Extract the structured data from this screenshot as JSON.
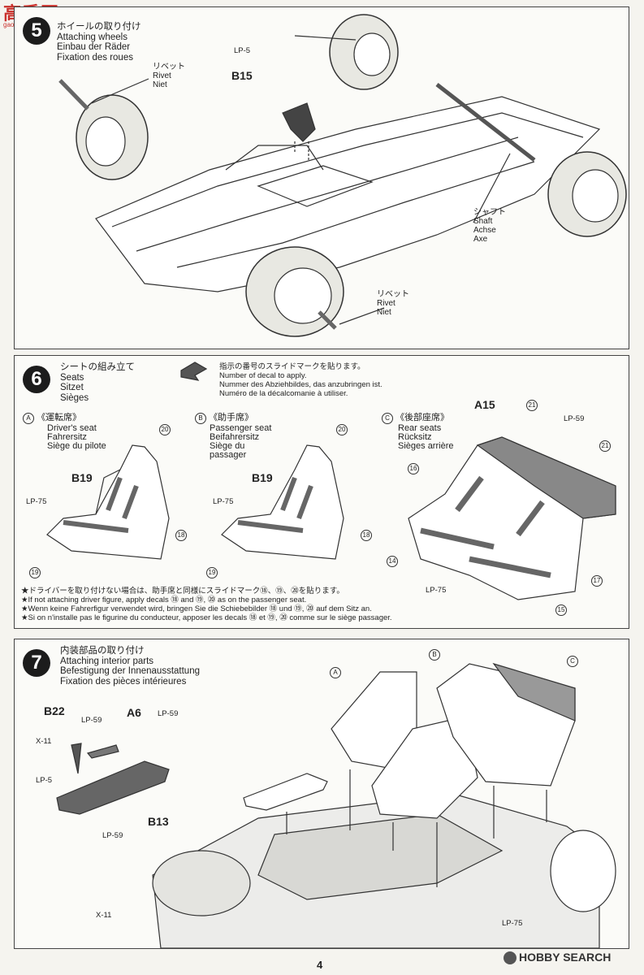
{
  "watermark": {
    "cn": "高手网",
    "url": "gao-shou.com"
  },
  "step5": {
    "number": "5",
    "title": [
      "ホイールの取り付け",
      "Attaching wheels",
      "Einbau der Räder",
      "Fixation des roues"
    ],
    "rivet_top": [
      "リベット",
      "Rivet",
      "Niet"
    ],
    "rivet_bottom": [
      "リベット",
      "Rivet",
      "Niet"
    ],
    "shaft": [
      "シャフト",
      "Shaft",
      "Achse",
      "Axe"
    ],
    "part_lp": "LP-5",
    "part_b": "B15"
  },
  "step6": {
    "number": "6",
    "title": [
      "シートの組み立て",
      "Seats",
      "Sitzet",
      "Sièges"
    ],
    "decal_note": [
      "指示の番号のスライドマークを貼ります。",
      "Number of decal to apply.",
      "Nummer des Abziehbildes, das anzubringen ist.",
      "Numéro de la décalcomanie à utiliser."
    ],
    "seatA": {
      "letter": "A",
      "lines": [
        "《運転席》",
        "Driver's seat",
        "Fahrersitz",
        "Siège du pilote"
      ],
      "part": "B19",
      "lp": "LP-75",
      "decals": [
        "20",
        "18",
        "19"
      ]
    },
    "seatB": {
      "letter": "B",
      "lines": [
        "《助手席》",
        "Passenger seat",
        "Beifahrersitz",
        "Siège du",
        "passager"
      ],
      "part": "B19",
      "lp": "LP-75",
      "decals": [
        "20",
        "18",
        "19"
      ]
    },
    "seatC": {
      "letter": "C",
      "lines": [
        "《後部座席》",
        "Rear seats",
        "Rücksitz",
        "Sièges arrière"
      ],
      "part": "A15",
      "lp_top": "LP-59",
      "lp_bottom": "LP-75",
      "decals": [
        "21",
        "21",
        "16",
        "14",
        "17",
        "15"
      ]
    },
    "notes": [
      "★ドライバーを取り付けない場合は、助手席と同様にスライドマーク⑱、⑲、⑳を貼ります。",
      "★If not attaching driver figure, apply decals ⑱ and ⑲, ⑳ as on the passenger seat.",
      "★Wenn keine Fahrerfigur verwendet wird, bringen Sie die Schiebebilder ⑱ und ⑲, ⑳ auf dem Sitz an.",
      "★Si on n'installe pas le figurine du  conducteur, apposer les decals ⑱ et ⑲, ⑳ comme sur le siège passager."
    ]
  },
  "step7": {
    "number": "7",
    "title": [
      "内装部品の取り付け",
      "Attaching interior parts",
      "Befestigung der Innenausstattung",
      "Fixation des pièces intérieures"
    ],
    "parts": {
      "b22": "B22",
      "a6": "A6",
      "lp59a": "LP-59",
      "lp59b": "LP-59",
      "lp59c": "LP-59",
      "x11a": "X-11",
      "x11b": "X-11",
      "lp5": "LP-5",
      "b13": "B13",
      "lp75": "LP-75"
    },
    "letters": [
      "A",
      "B",
      "C"
    ]
  },
  "page_number": "4",
  "footer_brand": "HOBBY SEARCH"
}
